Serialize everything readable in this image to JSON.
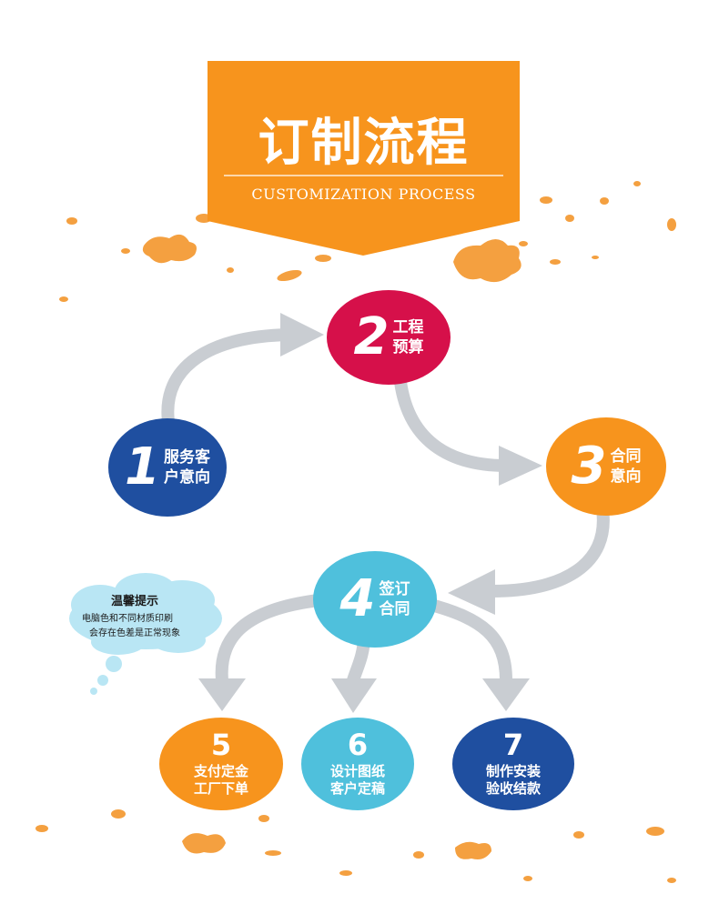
{
  "header": {
    "title": "订制流程",
    "subtitle": "CUSTOMIZATION PROCESS"
  },
  "colors": {
    "orange": "#f7941d",
    "crimson": "#d6104a",
    "blue": "#1f4fa0",
    "cyan": "#4fc0dc",
    "arrow_gray": "#c9cdd2",
    "splash": "#f4a040",
    "cloud": "#b9e6f4"
  },
  "steps": [
    {
      "num": "1",
      "line1": "服务客",
      "line2": "户意向"
    },
    {
      "num": "2",
      "line1": "工程",
      "line2": "预算"
    },
    {
      "num": "3",
      "line1": "合同",
      "line2": "意向"
    },
    {
      "num": "4",
      "line1": "签订",
      "line2": "合同"
    },
    {
      "num": "5",
      "line1": "支付定金",
      "line2": "工厂下单"
    },
    {
      "num": "6",
      "line1": "设计图纸",
      "line2": "客户定稿"
    },
    {
      "num": "7",
      "line1": "制作安装",
      "line2": "验收结款"
    }
  ],
  "tip": {
    "title": "温馨提示",
    "line1": "电脑色和不同材质印刷",
    "line2": "会存在色差是正常现象"
  }
}
